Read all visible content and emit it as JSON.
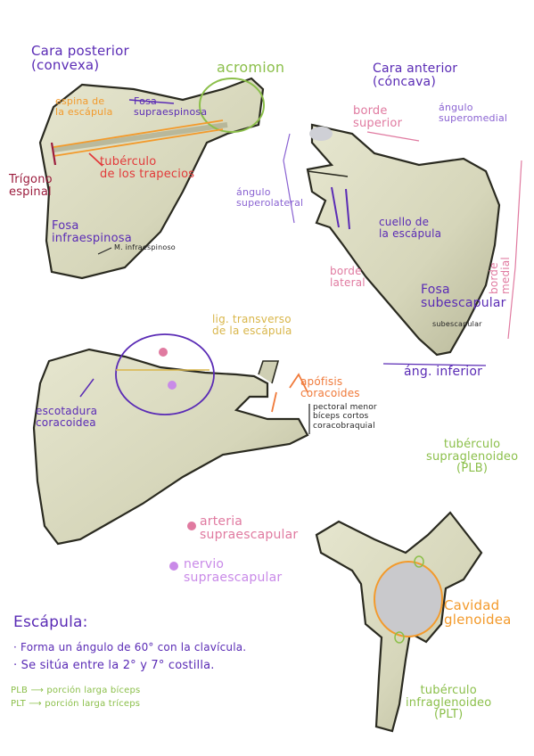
{
  "colors": {
    "bone_fill": "#dcdcc2",
    "bone_shadow": "#b9b99a",
    "bone_outline": "#2a2a20",
    "purple": "#5a2bb5",
    "violet": "#8a63d2",
    "pink": "#e07aa0",
    "red": "#e23a3a",
    "maroon": "#9b1b3c",
    "orange": "#f39a2b",
    "green": "#8bbf4a",
    "yellow_ochre": "#d9b64a",
    "salmon_orange": "#f07a3a"
  },
  "posterior": {
    "title": "Cara posterior\n(convexa)",
    "acromion": "acromion",
    "espina": "espina de\nla escápula",
    "fosa_supra": "Fosa\nsupraespinosa",
    "trigono": "Trígono\nespinal",
    "tuberculo": "tubérculo\nde los trapecios",
    "fosa_infra": "Fosa\ninfraespinosa",
    "m_infra": "M. infraespinoso"
  },
  "anterior": {
    "title": "Cara anterior\n(cóncava)",
    "borde_superior": "borde\nsuperior",
    "angulo_superomedial": "ángulo\nsuperomedial",
    "angulo_superolateral": "ángulo\nsuperolateral",
    "cuello": "cuello de\nla escápula",
    "borde_lateral": "borde\nlateral",
    "fosa_subescapular": "Fosa\nsubescapular",
    "m_subescapular": "subescapular",
    "borde_medial": "borde medial",
    "ang_inferior": "áng. inferior"
  },
  "superior": {
    "lig": "lig. transverso\nde la escápula",
    "apofisis": "apófisis\ncoracoides",
    "apofisis_muscles": "pectoral menor\nbíceps cortos\ncoracobraquial",
    "escotadura": "escotadura\ncoracoidea",
    "arteria": "arteria\nsupraescapular",
    "nervio": "nervio\nsupraescapular"
  },
  "lateral": {
    "tub_supra": "tubérculo\nsupraglenoideo\n(PLB)",
    "cavidad": "Cavidad\nglenoidea",
    "tub_infra": "tubérculo\ninfraglenoideo\n(PLT)"
  },
  "notes": {
    "title": "Escápula:",
    "line1": "· Forma un ángulo de 60° con la clavícula.",
    "line2": "· Se sitúa entre la 2° y 7° costilla.",
    "plb": "PLB ⟶ porción larga bíceps",
    "plt": "PLT ⟶ porción larga tríceps"
  }
}
